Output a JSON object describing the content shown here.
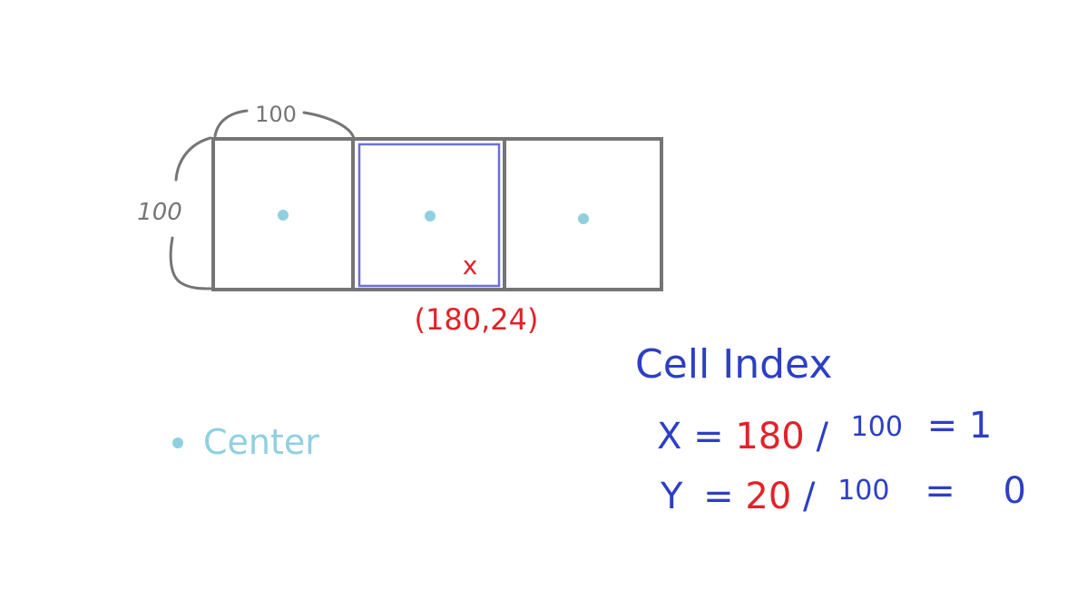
{
  "colors": {
    "background": "#ffffff",
    "cell_border": "#757575",
    "highlight_border": "#6b6fd6",
    "center_dot": "#8fd0e0",
    "point": "#e0222a",
    "formula_blue": "#2c3fc4",
    "formula_red": "#e0222a"
  },
  "grid": {
    "cells": [
      {
        "center_marker": "center-dot"
      },
      {
        "center_marker": "center-dot",
        "highlighted": true
      },
      {
        "center_marker": "center-dot"
      }
    ],
    "width_label": "100",
    "height_label": "100"
  },
  "point": {
    "marker": "x",
    "label": "(180,24)"
  },
  "legend": {
    "label": "Center"
  },
  "formula": {
    "title": "Cell Index",
    "x_line": {
      "var": "X",
      "eq": "=",
      "value": "180",
      "div": "/",
      "divisor": "100",
      "eq2": "=",
      "result": "1"
    },
    "y_line": {
      "var": "Y",
      "eq": "=",
      "value": "20",
      "div": "/",
      "divisor": "100",
      "eq2": "=",
      "result": "0"
    }
  }
}
